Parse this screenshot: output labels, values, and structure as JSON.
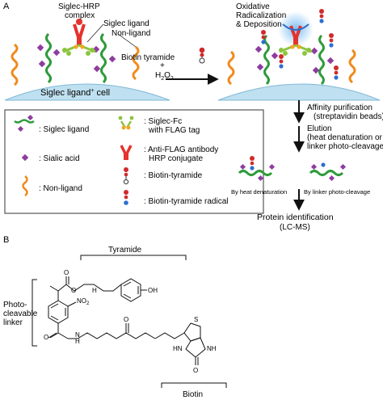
{
  "panel_a": {
    "label": "A",
    "complex_title_1": "Siglec-HRP",
    "complex_title_2": "complex",
    "ligand_label": "Siglec ligand",
    "nonligand_label": "Non-ligand",
    "cell_label": "Siglec ligand",
    "cell_sup": "+",
    "cell_suffix": " cell",
    "reagent_1": "Biotin tyramide",
    "reagent_plus": "+",
    "reagent_2_main": "H",
    "reagent_2_sub1": "2",
    "reagent_2_mid": "O",
    "reagent_2_sub2": "2",
    "step_title_1": "Oxidative",
    "step_title_2": "Radicalization",
    "step_title_3": "& Deposition",
    "affinity_1": "Affinity purification",
    "affinity_2": "(streptavidin beads)",
    "elution_1": "Elution",
    "elution_2": "(heat denaturation or",
    "elution_3": "linker photo-cleavage)",
    "by_heat": "By heat denaturation",
    "by_linker": "By linker photo-cleavage",
    "protein_id_1": "Protein identification",
    "protein_id_2": "(LC-MS)"
  },
  "legend": {
    "siglec_ligand": ": Siglec ligand",
    "sialic_acid": ": Sialic acid",
    "non_ligand": ": Non-ligand",
    "siglec_fc_1": ": Siglec-Fc",
    "siglec_fc_2": "with FLAG tag",
    "antibody_1": ": Anti-FLAG antibody",
    "antibody_2": "HRP conjugate",
    "biotin_tyramide": ": Biotin-tyramide",
    "biotin_radical": ": Biotin-tyramide radical"
  },
  "panel_b": {
    "label": "B",
    "tyramide": "Tyramide",
    "photo_1": "Photo-",
    "photo_2": "cleavable",
    "photo_3": "linker",
    "biotin": "Biotin",
    "atom_O": "O",
    "atom_OH": "OH",
    "atom_NO2": "NO",
    "atom_NO2_sub": "2",
    "atom_H": "H",
    "atom_N": "N",
    "atom_S": "S",
    "atom_HN": "HN",
    "atom_NH": "NH"
  },
  "colors": {
    "ligand": "#2e9b3a",
    "sialic_acid": "#8e3d9e",
    "non_ligand": "#f08a1c",
    "cell": "#bfe0f0",
    "antibody": "#e5322d",
    "siglec_fc": "#8cc43f",
    "flag": "#f5a623",
    "biotin_red": "#d12a2a",
    "tyramide_blue": "#2d6fd1"
  }
}
